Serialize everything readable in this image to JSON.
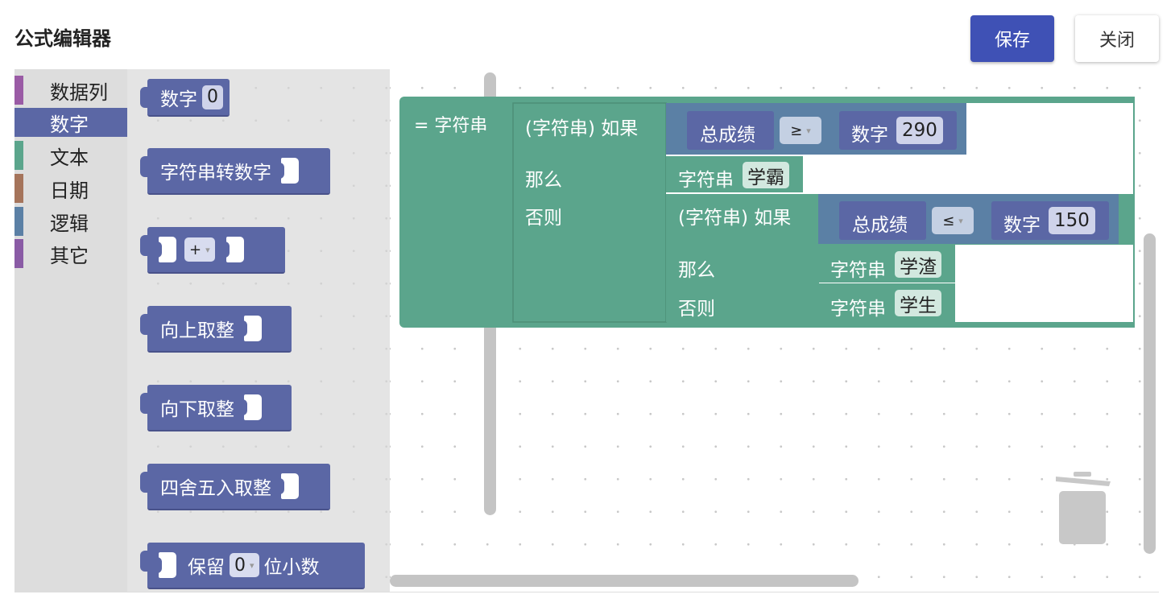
{
  "header": {
    "title": "公式编辑器",
    "save_label": "保存",
    "close_label": "关闭"
  },
  "toolbox": {
    "categories": [
      {
        "label": "数据列",
        "color": "#9a5ba5",
        "selected": false
      },
      {
        "label": "数字",
        "color": "#5b67a5",
        "selected": true
      },
      {
        "label": "文本",
        "color": "#5ba58c",
        "selected": false
      },
      {
        "label": "日期",
        "color": "#a5745b",
        "selected": false
      },
      {
        "label": "逻辑",
        "color": "#5b80a5",
        "selected": false
      },
      {
        "label": "其它",
        "color": "#8a5ba5",
        "selected": false
      }
    ]
  },
  "flyout": {
    "number": {
      "label": "数字",
      "value": "0"
    },
    "str_to_num": {
      "label": "字符串转数字"
    },
    "arith": {
      "op": "+"
    },
    "ceil": {
      "label": "向上取整"
    },
    "floor": {
      "label": "向下取整"
    },
    "round": {
      "label": "四舍五入取整"
    },
    "fixed": {
      "label_pre": "保留",
      "value": "0",
      "label_post": "位小数"
    }
  },
  "workspace": {
    "root_label": "= 字符串",
    "if1": {
      "label": "(字符串) 如果",
      "then": "那么",
      "else": "否则"
    },
    "cond1": {
      "field": "总成绩",
      "op": "≥",
      "num_label": "数字",
      "num_value": "290"
    },
    "then1": {
      "label": "字符串",
      "value": "学霸"
    },
    "if2": {
      "label": "(字符串) 如果",
      "then": "那么",
      "else": "否则"
    },
    "cond2": {
      "field": "总成绩",
      "op": "≤",
      "num_label": "数字",
      "num_value": "150"
    },
    "then2": {
      "label": "字符串",
      "value": "学渣"
    },
    "else2": {
      "label": "字符串",
      "value": "学生"
    }
  },
  "colors": {
    "primary": "#3f51b5",
    "math_block": "#5b67a5",
    "logic_block": "#5ba58c",
    "compare_block": "#5b80a5"
  },
  "icons": {
    "trash": "trash-icon"
  }
}
